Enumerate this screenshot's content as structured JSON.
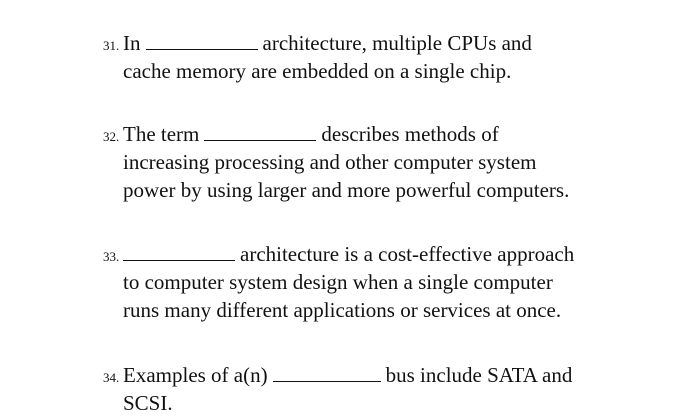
{
  "questions": [
    {
      "number": "31.",
      "before": "In",
      "after": "architecture, multiple CPUs and",
      "continuation": [
        "cache memory are embedded on a single chip."
      ]
    },
    {
      "number": "32.",
      "before": "The term",
      "after": "describes methods of",
      "continuation": [
        "increasing processing and other computer system",
        "power by using larger and more powerful computers."
      ]
    },
    {
      "number": "33.",
      "before": "",
      "after": "architecture is a cost-effective approach",
      "continuation": [
        "to computer system design when a single computer",
        "runs many different applications or services at once."
      ]
    },
    {
      "number": "34.",
      "before": "Examples of a(n)",
      "after": "bus include SATA and",
      "continuation": [
        "SCSI."
      ]
    }
  ]
}
